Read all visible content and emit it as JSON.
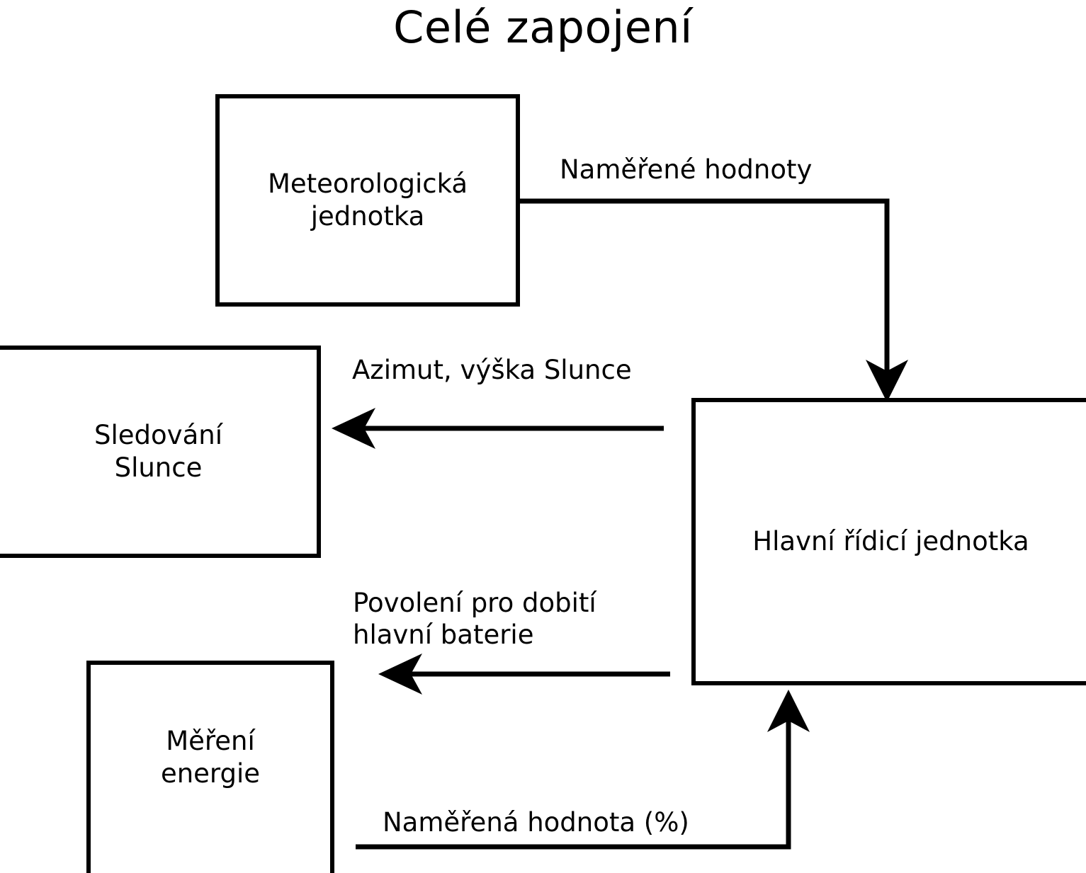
{
  "title": "Celé zapojení",
  "diagram": {
    "type": "block-diagram",
    "nodes": [
      {
        "id": "meteo",
        "label": "Meteorologická\njednotka"
      },
      {
        "id": "sledovani",
        "label": "Sledování\nSlunce"
      },
      {
        "id": "hlavni",
        "label": "Hlavní řídicí jednotka"
      },
      {
        "id": "mereni",
        "label": "Měření\nenergie"
      }
    ],
    "edges": [
      {
        "id": "e1",
        "from": "meteo",
        "to": "hlavni",
        "label": "Naměřené hodnoty"
      },
      {
        "id": "e2",
        "from": "hlavni",
        "to": "sledovani",
        "label": "Azimut, výška Slunce"
      },
      {
        "id": "e3",
        "from": "hlavni",
        "to": "mereni",
        "label": "Povolení pro dobití\nhlavní baterie"
      },
      {
        "id": "e4",
        "from": "mereni",
        "to": "hlavni",
        "label": "Naměřená hodnota (%)"
      }
    ],
    "colors": {
      "stroke": "#000000",
      "fill": "#ffffff",
      "text": "#000000"
    }
  }
}
